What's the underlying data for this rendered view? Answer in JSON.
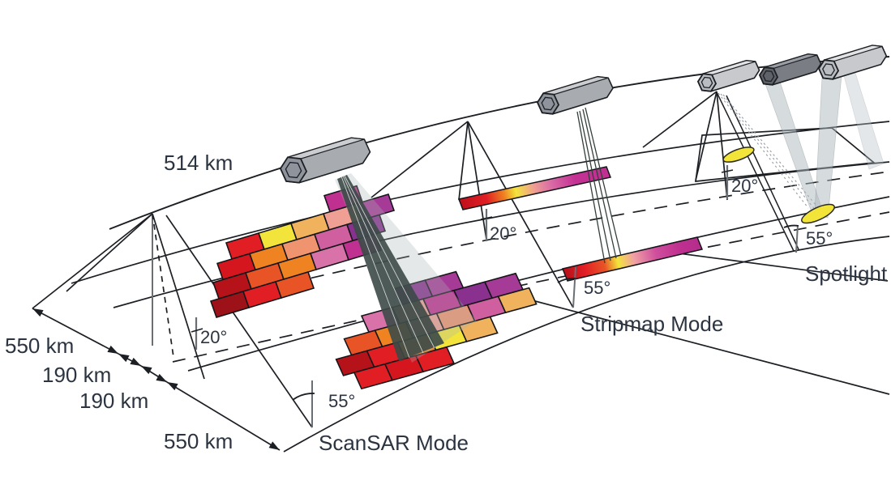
{
  "labels": {
    "altitude": "514 km",
    "dim_550_outer": "550 km",
    "dim_190_a": "190 km",
    "dim_190_b": "190 km",
    "dim_550_bottom": "550 km",
    "scansar_mode": "ScanSAR Mode",
    "stripmap_mode": "Stripmap Mode",
    "spotlight_mode": "Spotlight"
  },
  "angles": {
    "scansar_near": "20°",
    "scansar_far": "55°",
    "stripmap_near": "20°",
    "stripmap_far": "55°",
    "spotlight_near": "20°",
    "spotlight_far": "55°"
  },
  "icons": {
    "satellites": [
      "satellite-icon-scansar",
      "satellite-icon-stripmap",
      "satellite-icon-spotlight-1",
      "satellite-icon-spotlight-2",
      "satellite-icon-spotlight-3"
    ]
  },
  "colors": {
    "text": "#2b3440",
    "line": "#1c1f23",
    "nadir_gray": "#6a6f74",
    "spot_yellow": "#f2e438",
    "satellite_light": "#d7d9db",
    "satellite_mid": "#aaadb2",
    "satellite_dark": "#74777d",
    "palette": {
      "maroon": "#9d1218",
      "darkred": "#b5121a",
      "crimson": "#d5161f",
      "red": "#e21e25",
      "orangered": "#e85426",
      "orange": "#ef8322",
      "sandy": "#f0b25c",
      "salmon": "#f0946f",
      "pinksalmon": "#ef9f93",
      "pink": "#d972a8",
      "orchid": "#cf5f9f",
      "magenta": "#c03090",
      "violet": "#a63b97",
      "purple": "#8a3190",
      "darkpurple": "#6e2a78",
      "yellow": "#f3e43b"
    }
  },
  "mosaics": {
    "scansar_far": {
      "rows": [
        {
          "off": 4.2,
          "tiles": [
            "magenta"
          ]
        },
        {
          "off": 1.0,
          "tiles": [
            "red",
            "yellow",
            "sandy",
            "pinksalmon",
            "violet"
          ]
        },
        {
          "off": 0.55,
          "tiles": [
            "crimson",
            "orange",
            "salmon",
            "orchid",
            "purple"
          ]
        },
        {
          "off": 0.25,
          "tiles": [
            "darkred",
            "orangered",
            "orange",
            "pink",
            "magenta"
          ]
        },
        {
          "off": 0.0,
          "tiles": [
            "maroon",
            "red",
            "orangered"
          ]
        }
      ]
    },
    "scansar_near": {
      "rows": [
        {
          "off": 2.8,
          "tiles": [
            "purple",
            "violet"
          ]
        },
        {
          "off": 1.5,
          "tiles": [
            "pink",
            "pinksalmon",
            "magenta",
            "purple",
            "violet"
          ]
        },
        {
          "off": 0.7,
          "tiles": [
            "orangered",
            "orange",
            "pinksalmon",
            "salmon",
            "orchid",
            "sandy"
          ]
        },
        {
          "off": 0.2,
          "tiles": [
            "darkred",
            "red",
            "orange",
            "yellow",
            "sandy"
          ]
        },
        {
          "off": 0.55,
          "tiles": [
            "red",
            "crimson",
            "red"
          ]
        }
      ]
    }
  },
  "strips": {
    "stripmap_far": {
      "stops": [
        [
          0,
          "#c00f1a"
        ],
        [
          0.18,
          "#e01f25"
        ],
        [
          0.3,
          "#ef8322"
        ],
        [
          0.38,
          "#f3e43b"
        ],
        [
          0.5,
          "#ef9f93"
        ],
        [
          0.62,
          "#d96aa5"
        ],
        [
          0.78,
          "#c43193"
        ],
        [
          1,
          "#c03090"
        ]
      ]
    },
    "stripmap_near": {
      "stops": [
        [
          0,
          "#b51019"
        ],
        [
          0.15,
          "#e21e25"
        ],
        [
          0.3,
          "#e85426"
        ],
        [
          0.4,
          "#f3e43b"
        ],
        [
          0.52,
          "#f0a0a5"
        ],
        [
          0.68,
          "#cf4f9d"
        ],
        [
          0.85,
          "#c03090"
        ],
        [
          1,
          "#b52d8c"
        ]
      ]
    }
  }
}
